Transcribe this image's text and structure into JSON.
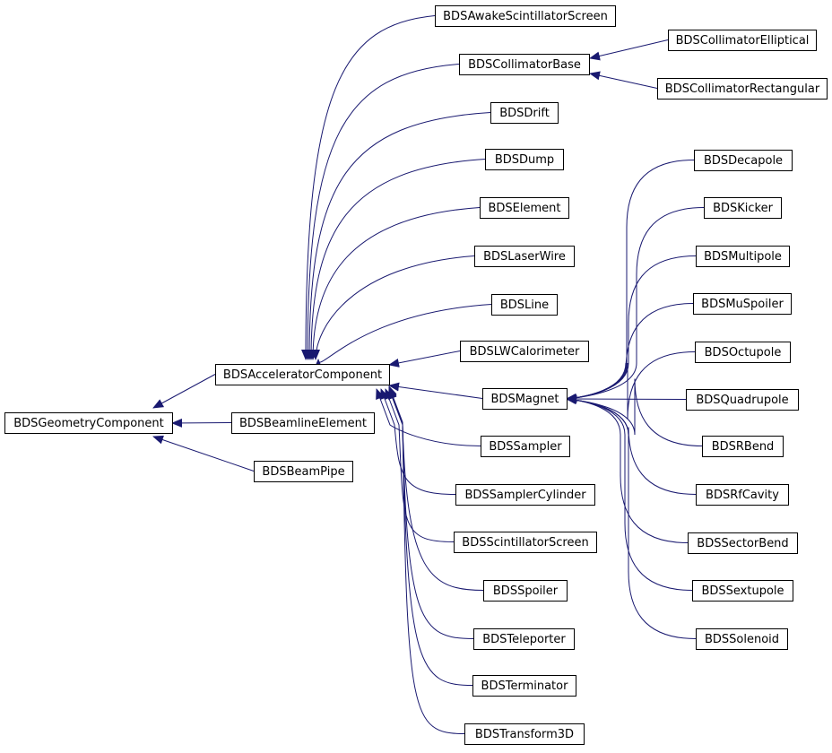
{
  "diagram": {
    "edge_color": "#191970",
    "node_border_color": "#000000",
    "node_fill_color": "#ffffff",
    "nodes": {
      "geometry": "BDSGeometryComponent",
      "accelerator": "BDSAcceleratorComponent",
      "beamlineElement": "BDSBeamlineElement",
      "beamPipe": "BDSBeamPipe",
      "awake": "BDSAwakeScintillatorScreen",
      "collimatorBase": "BDSCollimatorBase",
      "collEll": "BDSCollimatorElliptical",
      "collRect": "BDSCollimatorRectangular",
      "drift": "BDSDrift",
      "dump": "BDSDump",
      "element": "BDSElement",
      "laserWire": "BDSLaserWire",
      "line": "BDSLine",
      "lwcal": "BDSLWCalorimeter",
      "magnet": "BDSMagnet",
      "sampler": "BDSSampler",
      "samplerCyl": "BDSSamplerCylinder",
      "scintScreen": "BDSScintillatorScreen",
      "spoiler": "BDSSpoiler",
      "teleporter": "BDSTeleporter",
      "terminator": "BDSTerminator",
      "transform": "BDSTransform3D",
      "decapole": "BDSDecapole",
      "kicker": "BDSKicker",
      "multipole": "BDSMultipole",
      "muspoiler": "BDSMuSpoiler",
      "octupole": "BDSOctupole",
      "quadrupole": "BDSQuadrupole",
      "rbend": "BDSRBend",
      "rfcavity": "BDSRfCavity",
      "sectorbend": "BDSSectorBend",
      "sextupole": "BDSSextupole",
      "solenoid": "BDSSolenoid"
    },
    "edges": [
      {
        "from": "accelerator",
        "to": "geometry"
      },
      {
        "from": "beamlineElement",
        "to": "geometry"
      },
      {
        "from": "beamPipe",
        "to": "geometry"
      },
      {
        "from": "awake",
        "to": "accelerator"
      },
      {
        "from": "collimatorBase",
        "to": "accelerator"
      },
      {
        "from": "drift",
        "to": "accelerator"
      },
      {
        "from": "dump",
        "to": "accelerator"
      },
      {
        "from": "element",
        "to": "accelerator"
      },
      {
        "from": "laserWire",
        "to": "accelerator"
      },
      {
        "from": "line",
        "to": "accelerator"
      },
      {
        "from": "lwcal",
        "to": "accelerator"
      },
      {
        "from": "magnet",
        "to": "accelerator"
      },
      {
        "from": "sampler",
        "to": "accelerator"
      },
      {
        "from": "samplerCyl",
        "to": "accelerator"
      },
      {
        "from": "scintScreen",
        "to": "accelerator"
      },
      {
        "from": "spoiler",
        "to": "accelerator"
      },
      {
        "from": "teleporter",
        "to": "accelerator"
      },
      {
        "from": "terminator",
        "to": "accelerator"
      },
      {
        "from": "transform",
        "to": "accelerator"
      },
      {
        "from": "collEll",
        "to": "collimatorBase"
      },
      {
        "from": "collRect",
        "to": "collimatorBase"
      },
      {
        "from": "decapole",
        "to": "magnet"
      },
      {
        "from": "kicker",
        "to": "magnet"
      },
      {
        "from": "multipole",
        "to": "magnet"
      },
      {
        "from": "muspoiler",
        "to": "magnet"
      },
      {
        "from": "octupole",
        "to": "magnet"
      },
      {
        "from": "quadrupole",
        "to": "magnet"
      },
      {
        "from": "rbend",
        "to": "magnet"
      },
      {
        "from": "rfcavity",
        "to": "magnet"
      },
      {
        "from": "sectorbend",
        "to": "magnet"
      },
      {
        "from": "sextupole",
        "to": "magnet"
      },
      {
        "from": "solenoid",
        "to": "magnet"
      }
    ]
  }
}
